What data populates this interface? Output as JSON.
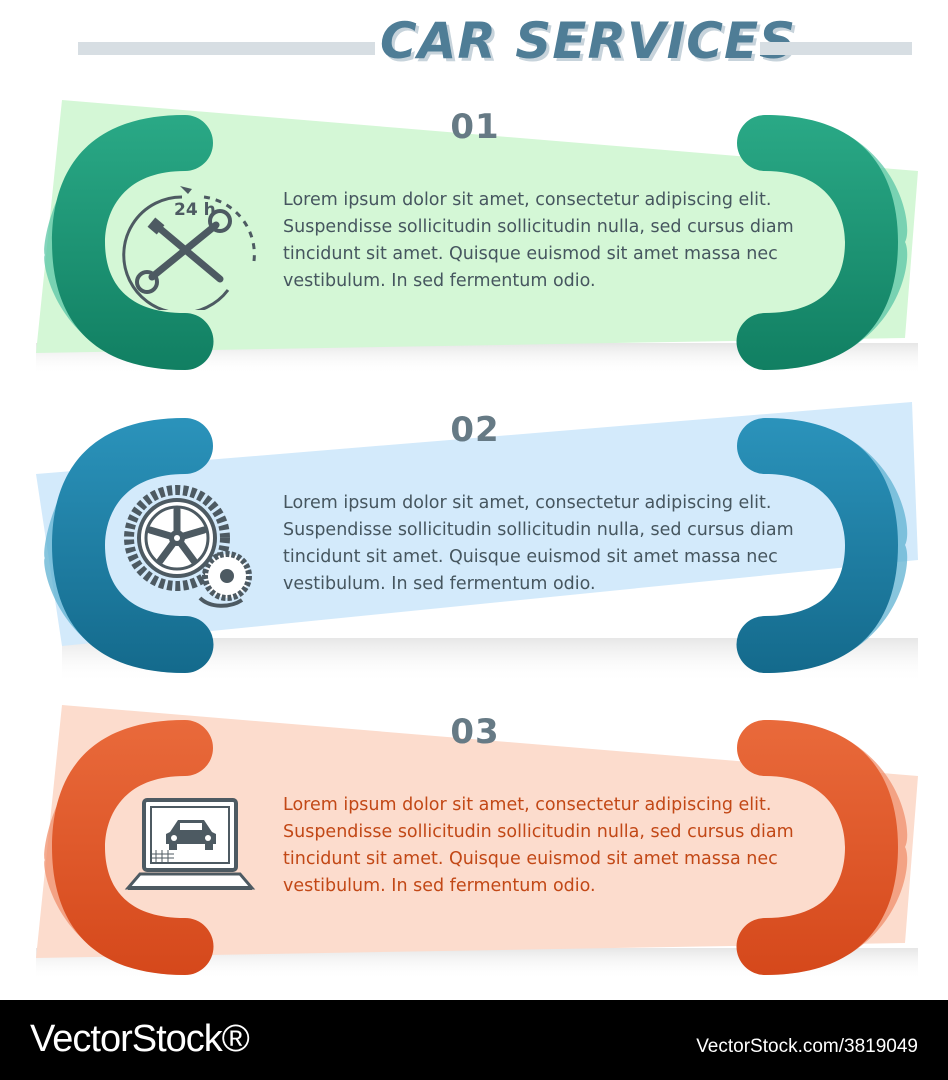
{
  "header": {
    "title": "CAR SERVICES"
  },
  "cards": [
    {
      "number": "01",
      "lines": [
        "Lorem ipsum dolor sit amet, consectetur adipiscing elit.",
        "Suspendisse sollicitudin sollicitudin nulla, sed cursus diam",
        "tincidunt sit amet. Quisque euismod sit amet massa nec",
        "vestibulum. In sed fermentum odio."
      ],
      "icon": "24h-repair-icon",
      "icon_label": "24 h",
      "accent": "#1e9b78",
      "panel": "#d4f7d6"
    },
    {
      "number": "02",
      "lines": [
        "Lorem ipsum dolor sit amet, consectetur adipiscing elit.",
        "Suspendisse sollicitudin sollicitudin nulla, sed cursus diam",
        "tincidunt sit amet. Quisque euismod sit amet massa nec",
        "vestibulum. In sed fermentum odio."
      ],
      "icon": "wheel-brake-icon",
      "accent": "#1c7fa5",
      "panel": "#d3eafb"
    },
    {
      "number": "03",
      "lines": [
        "Lorem ipsum dolor sit amet, consectetur adipiscing elit.",
        "Suspendisse sollicitudin sollicitudin nulla, sed cursus diam",
        "tincidunt sit amet. Quisque euismod sit amet massa nec",
        "vestibulum. In sed fermentum odio."
      ],
      "icon": "laptop-car-diagnostics-icon",
      "accent": "#e0572a",
      "panel": "#fcdccd"
    }
  ],
  "footer": {
    "brand": "VectorStock®",
    "image_id": "VectorStock.com/3819049"
  }
}
